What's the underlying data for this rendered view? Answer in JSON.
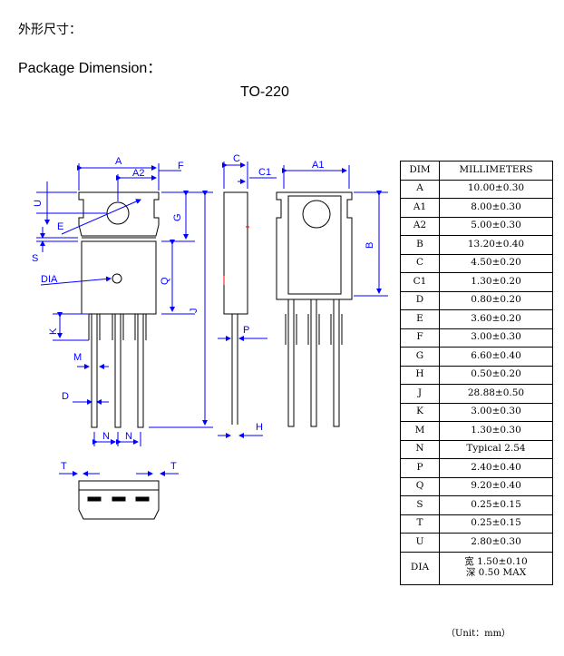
{
  "title_cn": "外形尺寸：",
  "title_en": "Package Dimension：",
  "package_name": "TO-220",
  "labels": {
    "A": "A",
    "A2": "A2",
    "F": "F",
    "U": "U",
    "E": "E",
    "G": "G",
    "S": "S",
    "DIA": "DIA",
    "Q": "Q",
    "J": "J",
    "K": "K",
    "M": "M",
    "D": "D",
    "N": "N",
    "C": "C",
    "C1": "C1",
    "P": "P",
    "H": "H",
    "A1": "A1",
    "B": "B",
    "T": "T"
  },
  "table": {
    "headers": [
      "DIM",
      "MILLIMETERS"
    ],
    "rows": [
      {
        "dim": "A",
        "mm": "10.00±0.30"
      },
      {
        "dim": "A1",
        "mm": "8.00±0.30"
      },
      {
        "dim": "A2",
        "mm": "5.00±0.30"
      },
      {
        "dim": "B",
        "mm": "13.20±0.40"
      },
      {
        "dim": "C",
        "mm": "4.50±0.20"
      },
      {
        "dim": "C1",
        "mm": "1.30±0.20"
      },
      {
        "dim": "D",
        "mm": "0.80±0.20"
      },
      {
        "dim": "E",
        "mm": "3.60±0.20"
      },
      {
        "dim": "F",
        "mm": "3.00±0.30"
      },
      {
        "dim": "G",
        "mm": "6.60±0.40"
      },
      {
        "dim": "H",
        "mm": "0.50±0.20"
      },
      {
        "dim": "J",
        "mm": "28.88±0.50"
      },
      {
        "dim": "K",
        "mm": "3.00±0.30"
      },
      {
        "dim": "M",
        "mm": "1.30±0.30"
      },
      {
        "dim": "N",
        "mm": "Typical 2.54"
      },
      {
        "dim": "P",
        "mm": "2.40±0.40"
      },
      {
        "dim": "Q",
        "mm": "9.20±0.40"
      },
      {
        "dim": "S",
        "mm": "0.25±0.15"
      },
      {
        "dim": "T",
        "mm": "0.25±0.15"
      },
      {
        "dim": "U",
        "mm": "2.80±0.30"
      }
    ],
    "dia_row": {
      "dim": "DIA",
      "line1": "宽 1.50±0.10",
      "line2": "深 0.50 MAX"
    }
  },
  "unit_note": "（Unit：mm）"
}
